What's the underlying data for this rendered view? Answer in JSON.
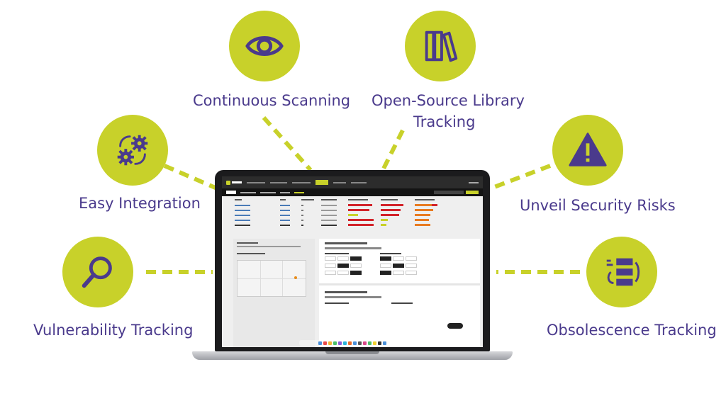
{
  "features": {
    "continuous_scanning": "Continuous Scanning",
    "open_source_tracking_line1": "Open-Source Library",
    "open_source_tracking_line2": "Tracking",
    "easy_integration": "Easy Integration",
    "unveil_risks": "Unveil Security Risks",
    "vulnerability_tracking": "Vulnerability Tracking",
    "obsolescence_tracking": "Obsolescence Tracking"
  },
  "colors": {
    "accent_green": "#c8d12a",
    "label_purple": "#4a3a8c",
    "icon_purple": "#4a3a8c"
  },
  "icons": {
    "continuous_scanning": "eye-icon",
    "open_source_tracking": "books-icon",
    "easy_integration": "gears-cycle-icon",
    "unveil_risks": "warning-triangle-icon",
    "vulnerability_tracking": "magnifier-icon",
    "obsolescence_tracking": "swap-blocks-icon"
  }
}
